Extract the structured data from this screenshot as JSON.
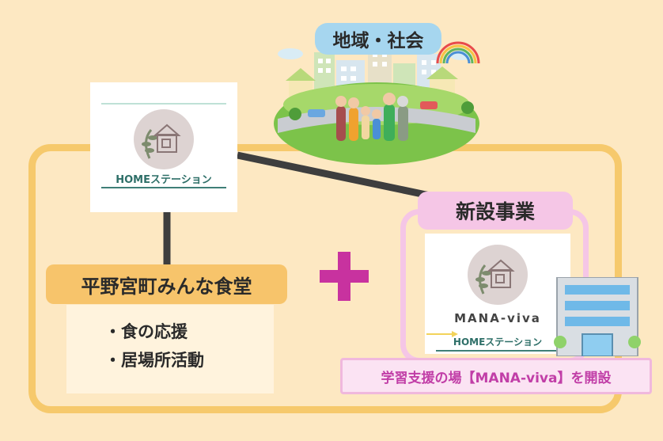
{
  "community": {
    "label": "地域・社会"
  },
  "home_station": {
    "logo_text": "HOMEステーション"
  },
  "cafeteria": {
    "title": "平野宮町みんな食堂",
    "activities": [
      "・食の応援",
      "・居場所活動"
    ]
  },
  "new_business": {
    "title": "新設事業",
    "logo_title": "MANA-viva",
    "logo_subtitle": "HOMEステーション",
    "caption": "学習支援の場【MANA-viva】を開設"
  },
  "plus_symbol": "+",
  "colors": {
    "background": "#fde8c2",
    "frame": "#f6c96c",
    "label_yellow": "#f7c46b",
    "label_pink": "#f5c6e6",
    "label_blue": "#a6d6ef",
    "plus": "#c8329f",
    "caption_text": "#c13ea7",
    "connector": "#3e3e3e"
  }
}
